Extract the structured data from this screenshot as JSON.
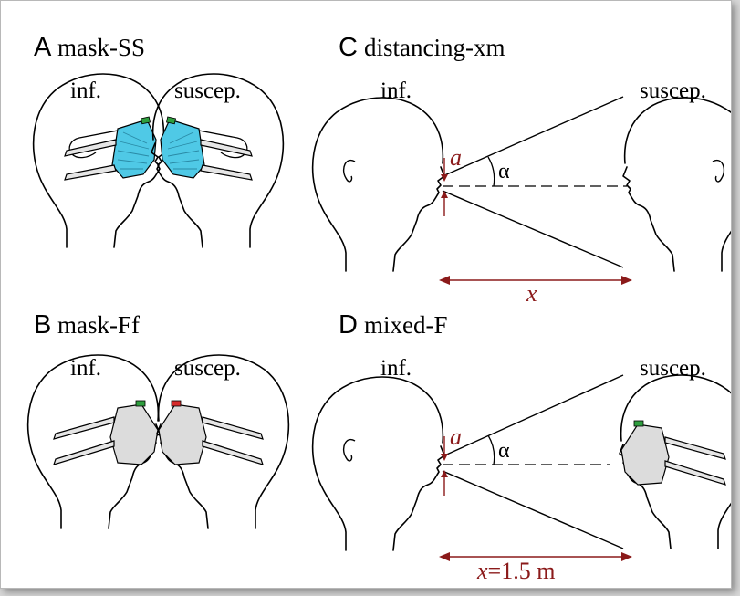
{
  "colors": {
    "surgical_mask": "#4fc9e6",
    "ffp_mask": "#dcdcdc",
    "nose_clip_green": "#2e9e3e",
    "nose_clip_red": "#d62a2a",
    "annotation": "#8b1a1a"
  },
  "panels": {
    "A": {
      "letter": "A",
      "title": "mask-SS",
      "left_label": "inf.",
      "right_label": "suscep."
    },
    "B": {
      "letter": "B",
      "title": "mask-Ff",
      "left_label": "inf.",
      "right_label": "suscep."
    },
    "C": {
      "letter": "C",
      "title": "distancing-xm",
      "left_label": "inf.",
      "right_label": "suscep.",
      "aperture_label": "a",
      "angle_label": "α",
      "distance_label": "x"
    },
    "D": {
      "letter": "D",
      "title": "mixed-F",
      "left_label": "inf.",
      "right_label": "suscep.",
      "aperture_label": "a",
      "angle_label": "α",
      "distance_label": "x",
      "distance_value": "=1.5 m"
    }
  }
}
